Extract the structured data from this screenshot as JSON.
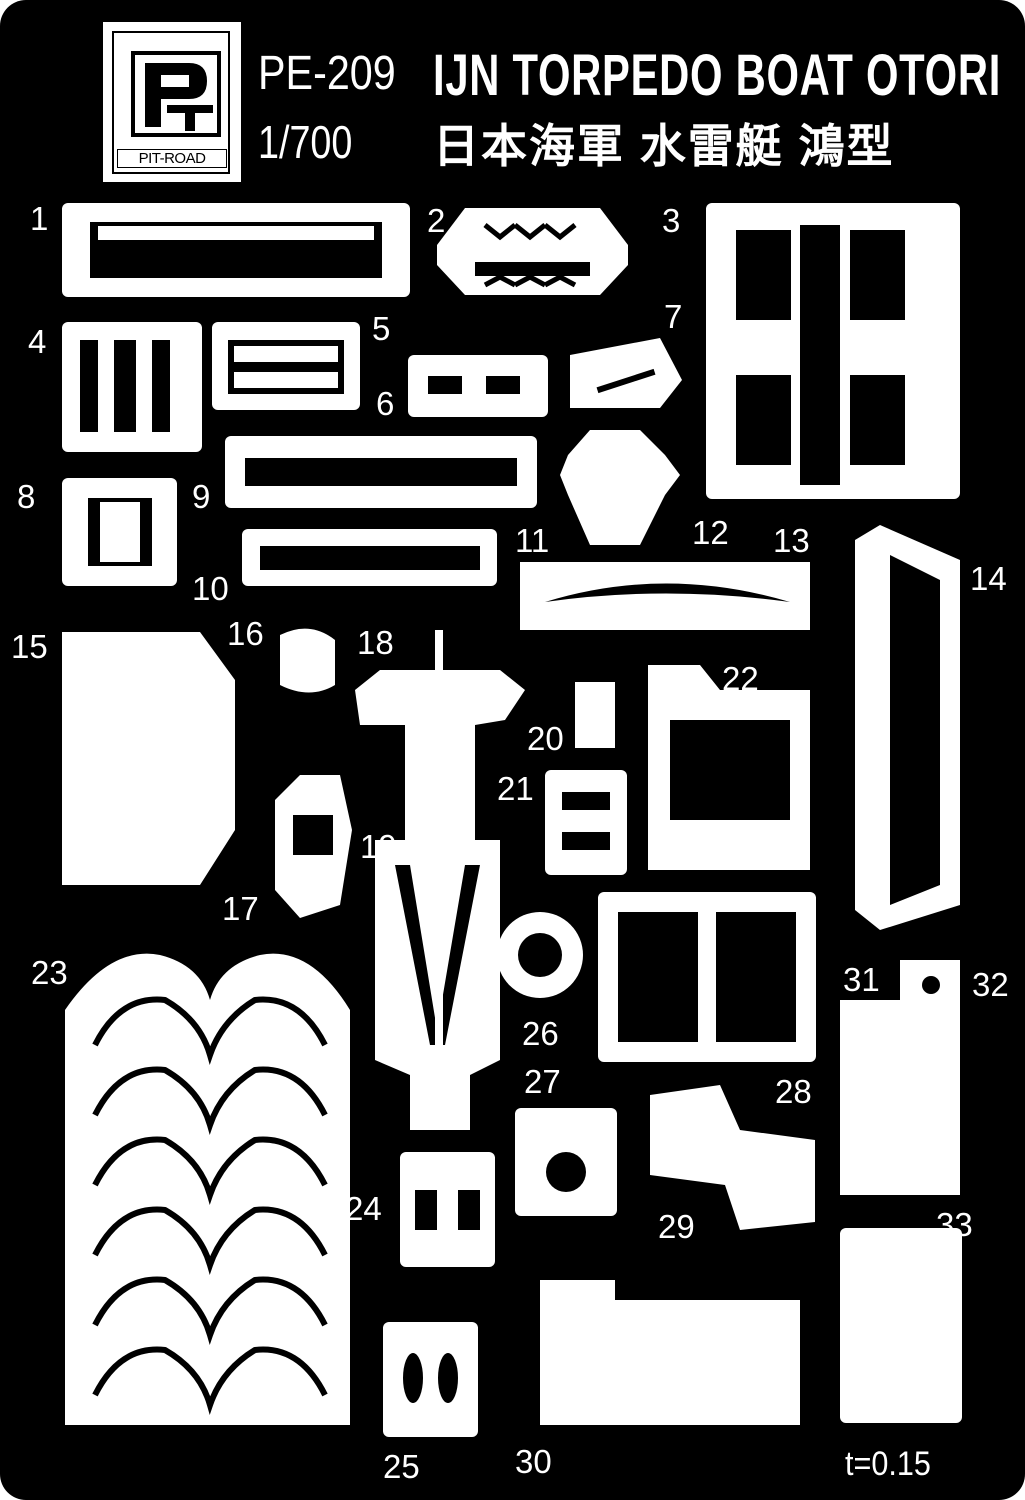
{
  "brand": {
    "logo_icon": "pit-road-logo",
    "name": "PIT-ROAD"
  },
  "header": {
    "code": "PE-209",
    "scale": "1/700",
    "title_en": "IJN TORPEDO BOAT OTORI",
    "title_jp": "日本海軍 水雷艇 鴻型"
  },
  "colors": {
    "sheet": "#000000",
    "metal": "#ffffff"
  },
  "part_numbers": [
    "1",
    "2",
    "3",
    "4",
    "5",
    "6",
    "7",
    "8",
    "9",
    "10",
    "11",
    "12",
    "13",
    "14",
    "15",
    "16",
    "17",
    "18",
    "19",
    "20",
    "21",
    "22",
    "23",
    "24",
    "25",
    "26",
    "27",
    "28",
    "29",
    "30",
    "31",
    "32",
    "33"
  ],
  "thickness": "t=0.15"
}
